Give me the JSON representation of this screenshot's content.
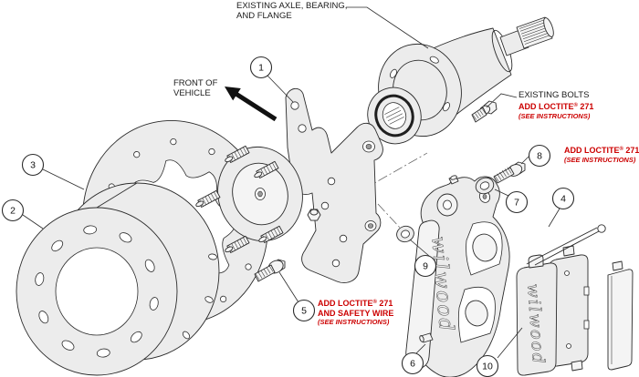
{
  "colors": {
    "accent_red": "#cc0000",
    "line": "#2b2b2b",
    "fill_light": "#ececec",
    "background": "#ffffff"
  },
  "labels": {
    "existing_axle": {
      "line1": "EXISTING AXLE, BEARING,",
      "line2": "AND FLANGE"
    },
    "front_of_vehicle": {
      "line1": "FRONT OF",
      "line2": "VEHICLE"
    },
    "existing_bolts": {
      "title": "EXISTING BOLTS",
      "loctite": "ADD LOCTITE",
      "reg": "®",
      "number": " 271",
      "instructions": "(SEE INSTRUCTIONS)"
    },
    "add_loctite_upper": {
      "loctite": "ADD LOCTITE",
      "reg": "®",
      "number": " 271",
      "instructions": "(SEE INSTRUCTIONS)"
    },
    "add_loctite_lower": {
      "loctite": "ADD LOCTITE",
      "reg": "®",
      "number": " 271",
      "line2": "AND SAFETY WIRE",
      "instructions": "(SEE INSTRUCTIONS)"
    }
  },
  "balloons": [
    {
      "number": "1"
    },
    {
      "number": "2"
    },
    {
      "number": "3"
    },
    {
      "number": "4"
    },
    {
      "number": "5"
    },
    {
      "number": "6"
    },
    {
      "number": "7"
    },
    {
      "number": "8"
    },
    {
      "number": "9"
    },
    {
      "number": "10"
    }
  ],
  "logo": {
    "text": "wilwood"
  }
}
